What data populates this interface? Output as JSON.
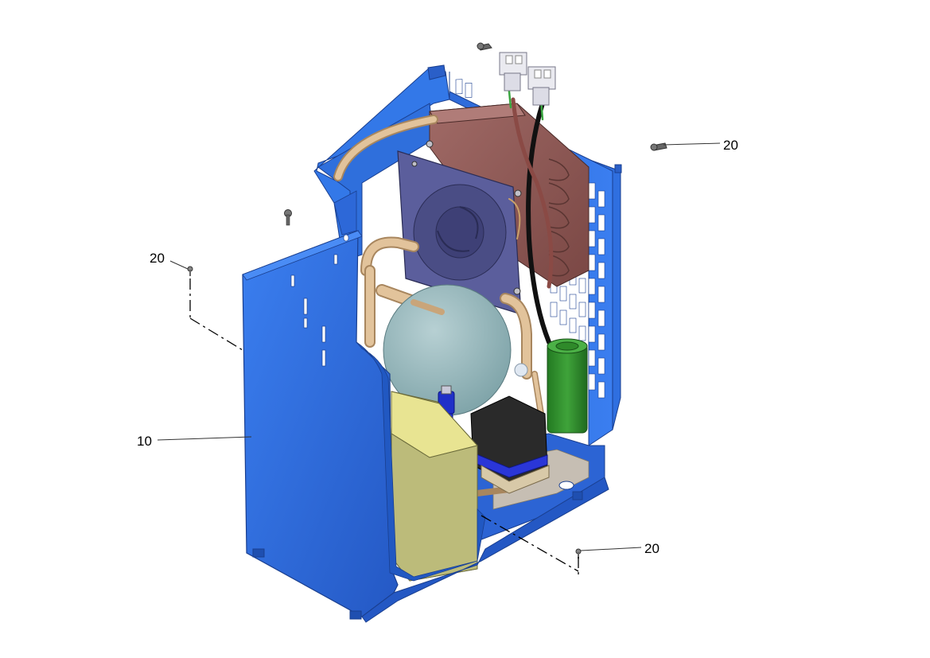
{
  "callouts": [
    {
      "id": "housing",
      "label": "10"
    },
    {
      "id": "screw-top-right",
      "label": "20"
    },
    {
      "id": "screw-left",
      "label": "20"
    },
    {
      "id": "screw-bottom-right",
      "label": "20"
    }
  ],
  "colors": {
    "housing_blue": "#2c6fe0",
    "housing_blue_dark": "#1d4fb3",
    "condenser_brown": "#8b5552",
    "fan_purple": "#5a5d9a",
    "compressor_teal": "#8fb3b8",
    "tube_tan": "#d9b48a",
    "capacitor_green": "#2f8a2a",
    "relay_black": "#2a2a2a",
    "box_yellow": "#e6e08a",
    "connector_white": "#e8e8ee"
  }
}
